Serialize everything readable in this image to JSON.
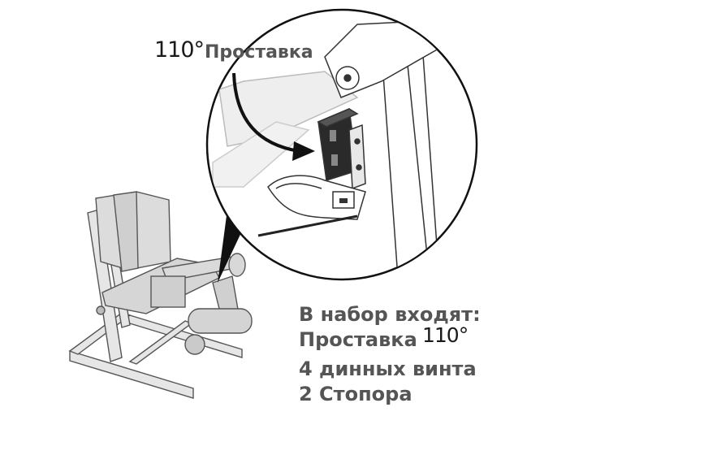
{
  "callout": {
    "angle": "110°",
    "part_name": "Проставка"
  },
  "kit": {
    "title": "В набор входят:",
    "items": [
      {
        "text": "Проставка",
        "suffix": "110°"
      },
      {
        "text": "4 динных винта"
      },
      {
        "text": "2 Стопора"
      }
    ]
  }
}
